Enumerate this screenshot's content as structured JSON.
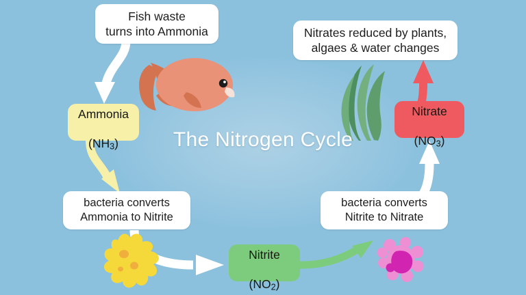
{
  "diagram": {
    "title": "The Nitrogen Cycle",
    "background_color": "#8cc1de"
  },
  "callouts": {
    "fish_waste": "Fish waste\nturns into Ammonia",
    "nitrates_reduced": "Nitrates reduced by plants,\nalgaes & water changes",
    "bacteria_ammonia_to_nitrite": "bacteria converts\nAmmonia to Nitrite",
    "bacteria_nitrite_to_nitrate": "bacteria converts\nNitrite to Nitrate"
  },
  "compounds": {
    "ammonia": {
      "name": "Ammonia",
      "formula_prefix": "(NH",
      "formula_sub": "3",
      "formula_suffix": ")",
      "color": "#f7f0a8"
    },
    "nitrite": {
      "name": "Nitrite",
      "formula_prefix": "(NO",
      "formula_sub": "2",
      "formula_suffix": ")",
      "color": "#7dcc7d"
    },
    "nitrate": {
      "name": "Nitrate",
      "formula_prefix": "(NO",
      "formula_sub": "3",
      "formula_suffix": ")",
      "color": "#ee5a5f"
    }
  },
  "illustrations": {
    "fish": {
      "label": "fish",
      "color": "#e8937a"
    },
    "seaweed": {
      "label": "seaweed",
      "color": "#5c9e6e"
    },
    "bacteria_yellow": {
      "label": "yellow-bacteria",
      "color": "#f5d93b"
    },
    "bacteria_pink": {
      "label": "pink-bacteria",
      "color": "#e87cc8"
    }
  },
  "arrows": {
    "waste_to_ammonia": {
      "label": "fish-waste-to-ammonia",
      "color": "#ffffff"
    },
    "ammonia_to_bacteria": {
      "label": "ammonia-to-bacteria",
      "color": "#f7f0a8"
    },
    "bacteria_to_nitrite": {
      "label": "bacteria-to-nitrite",
      "color": "#ffffff"
    },
    "nitrite_to_bacteria": {
      "label": "nitrite-to-bacteria",
      "color": "#7dcc7d"
    },
    "bacteria_to_nitrate": {
      "label": "bacteria-to-nitrate",
      "color": "#ffffff"
    },
    "nitrate_to_plants": {
      "label": "nitrate-to-plants",
      "color": "#ee5a5f"
    }
  }
}
